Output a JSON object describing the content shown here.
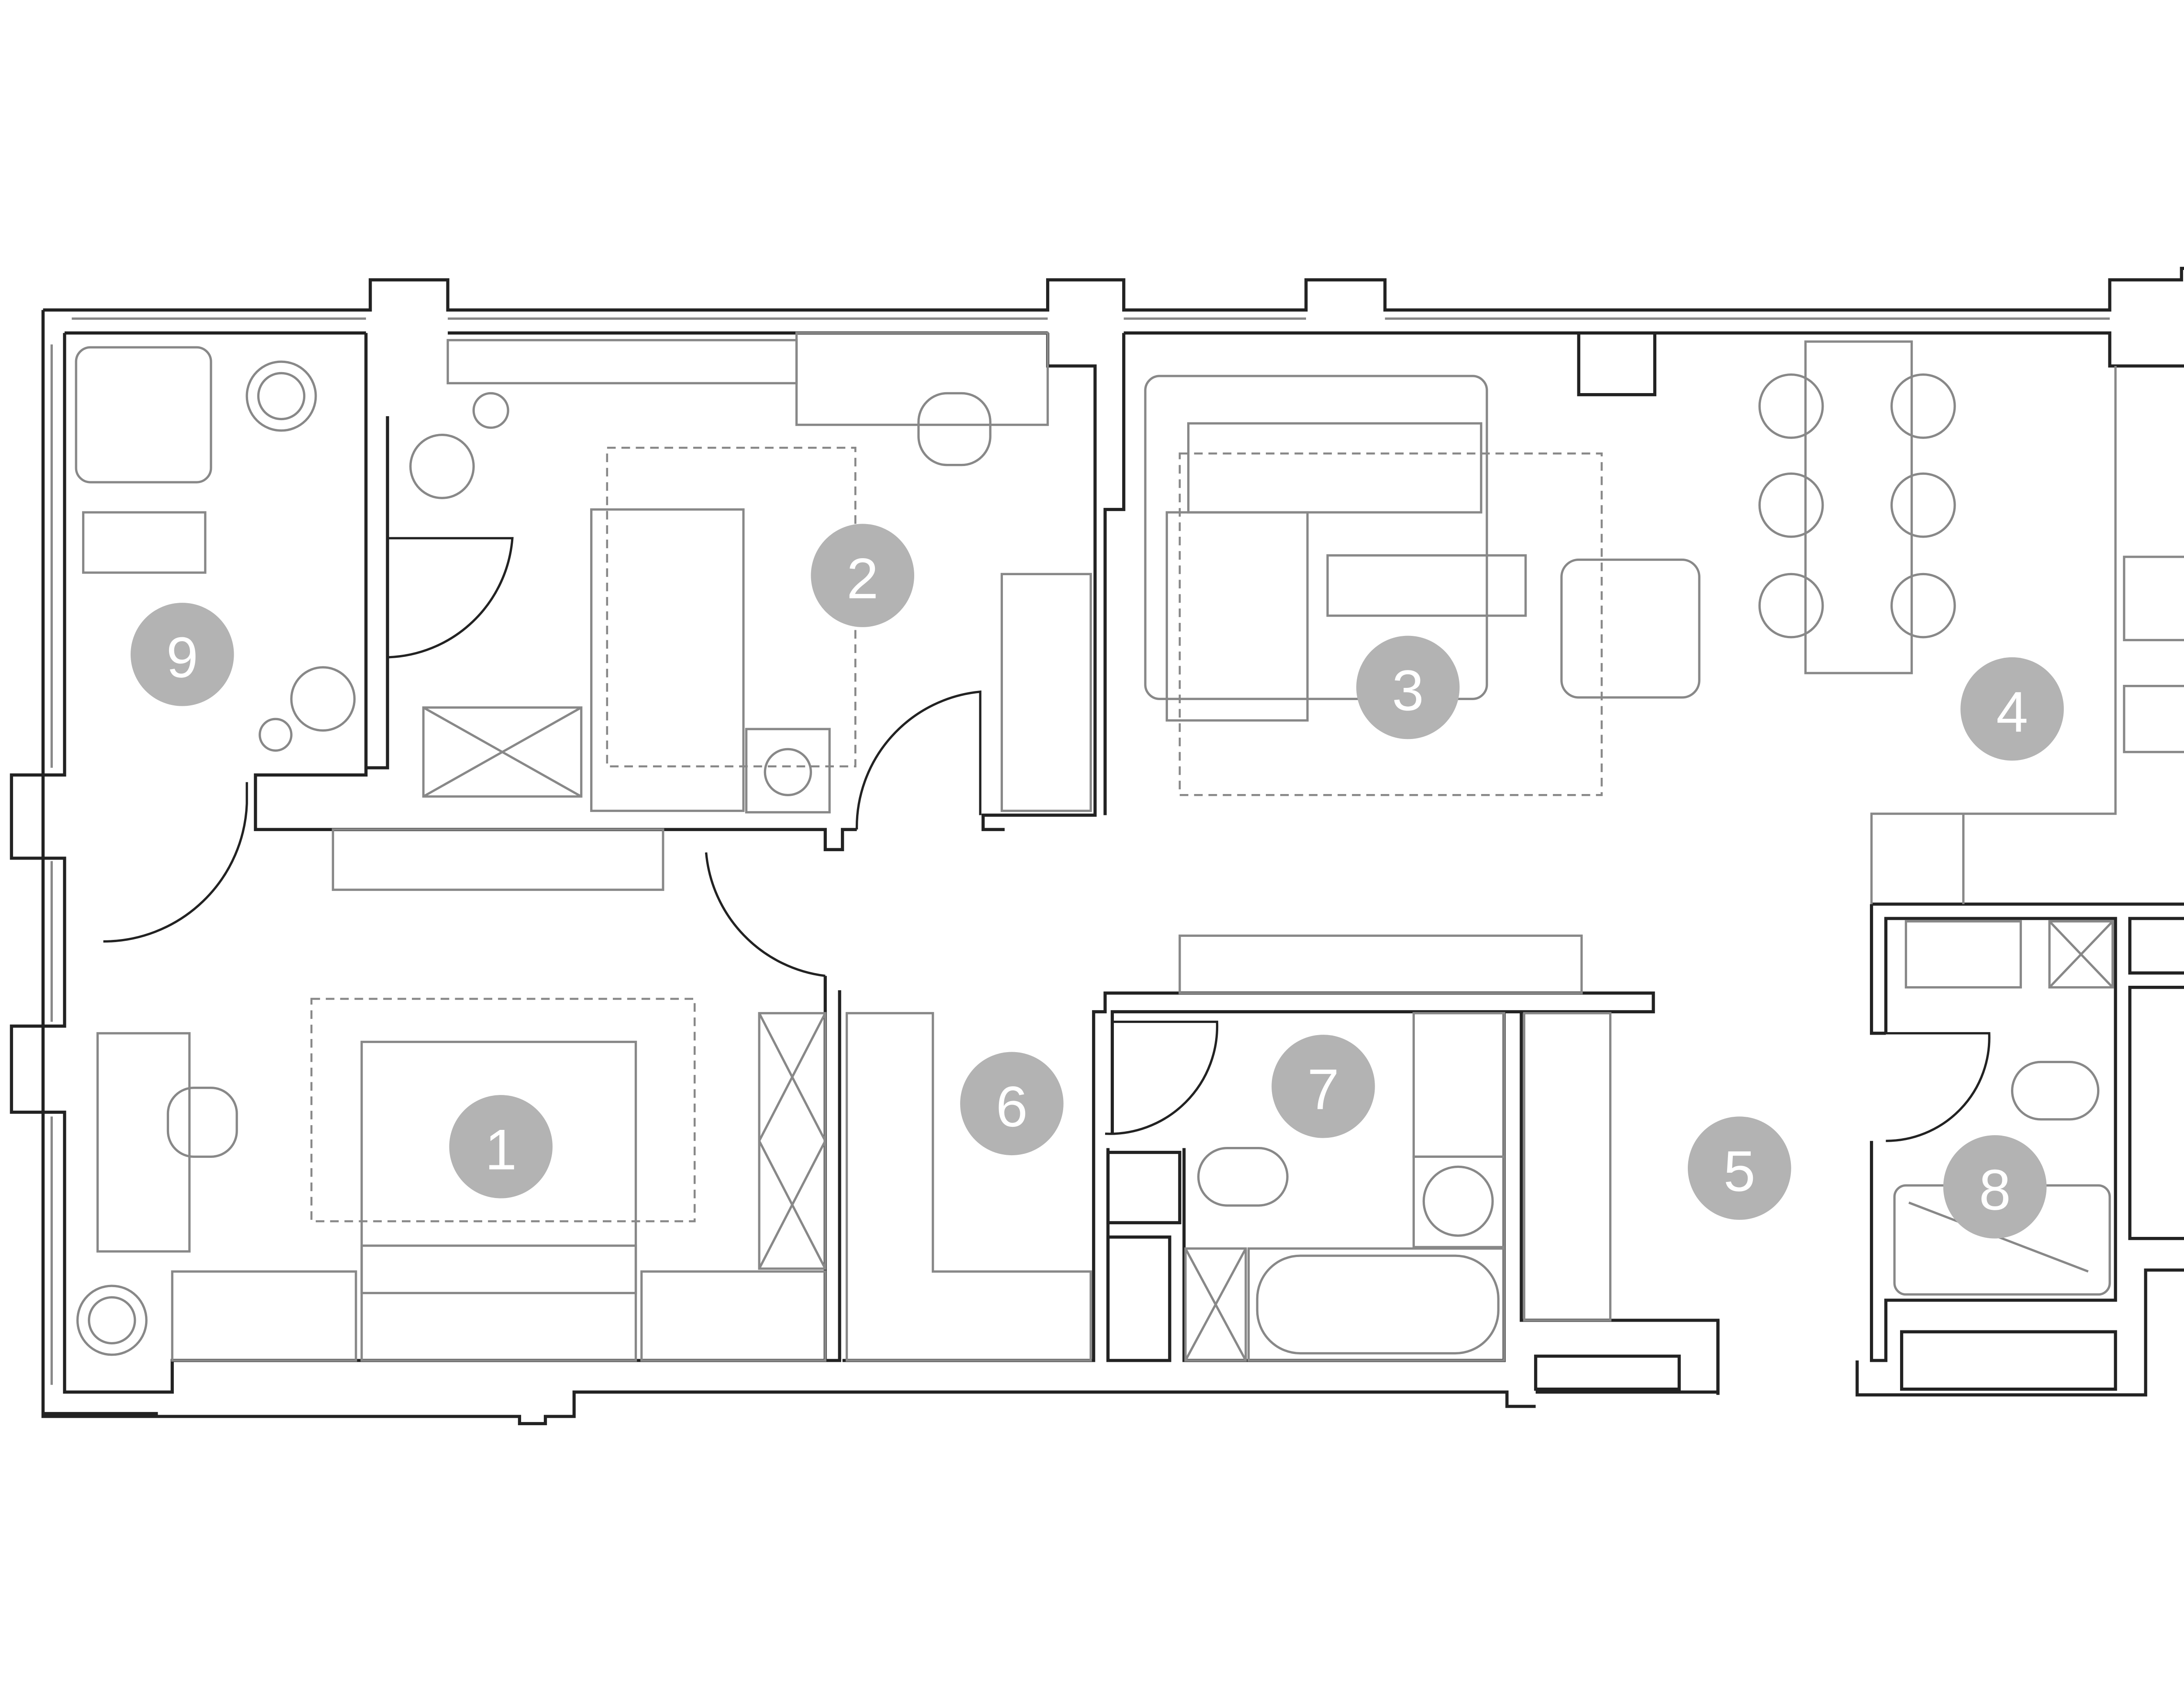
{
  "colors": {
    "wall": "#222222",
    "furniture": "#888888",
    "badge": "#b3b3b3"
  },
  "rooms": [
    {
      "number": "1"
    },
    {
      "number": "2"
    },
    {
      "number": "3"
    },
    {
      "number": "4"
    },
    {
      "number": "5"
    },
    {
      "number": "6"
    },
    {
      "number": "7"
    },
    {
      "number": "8"
    },
    {
      "number": "9"
    }
  ]
}
